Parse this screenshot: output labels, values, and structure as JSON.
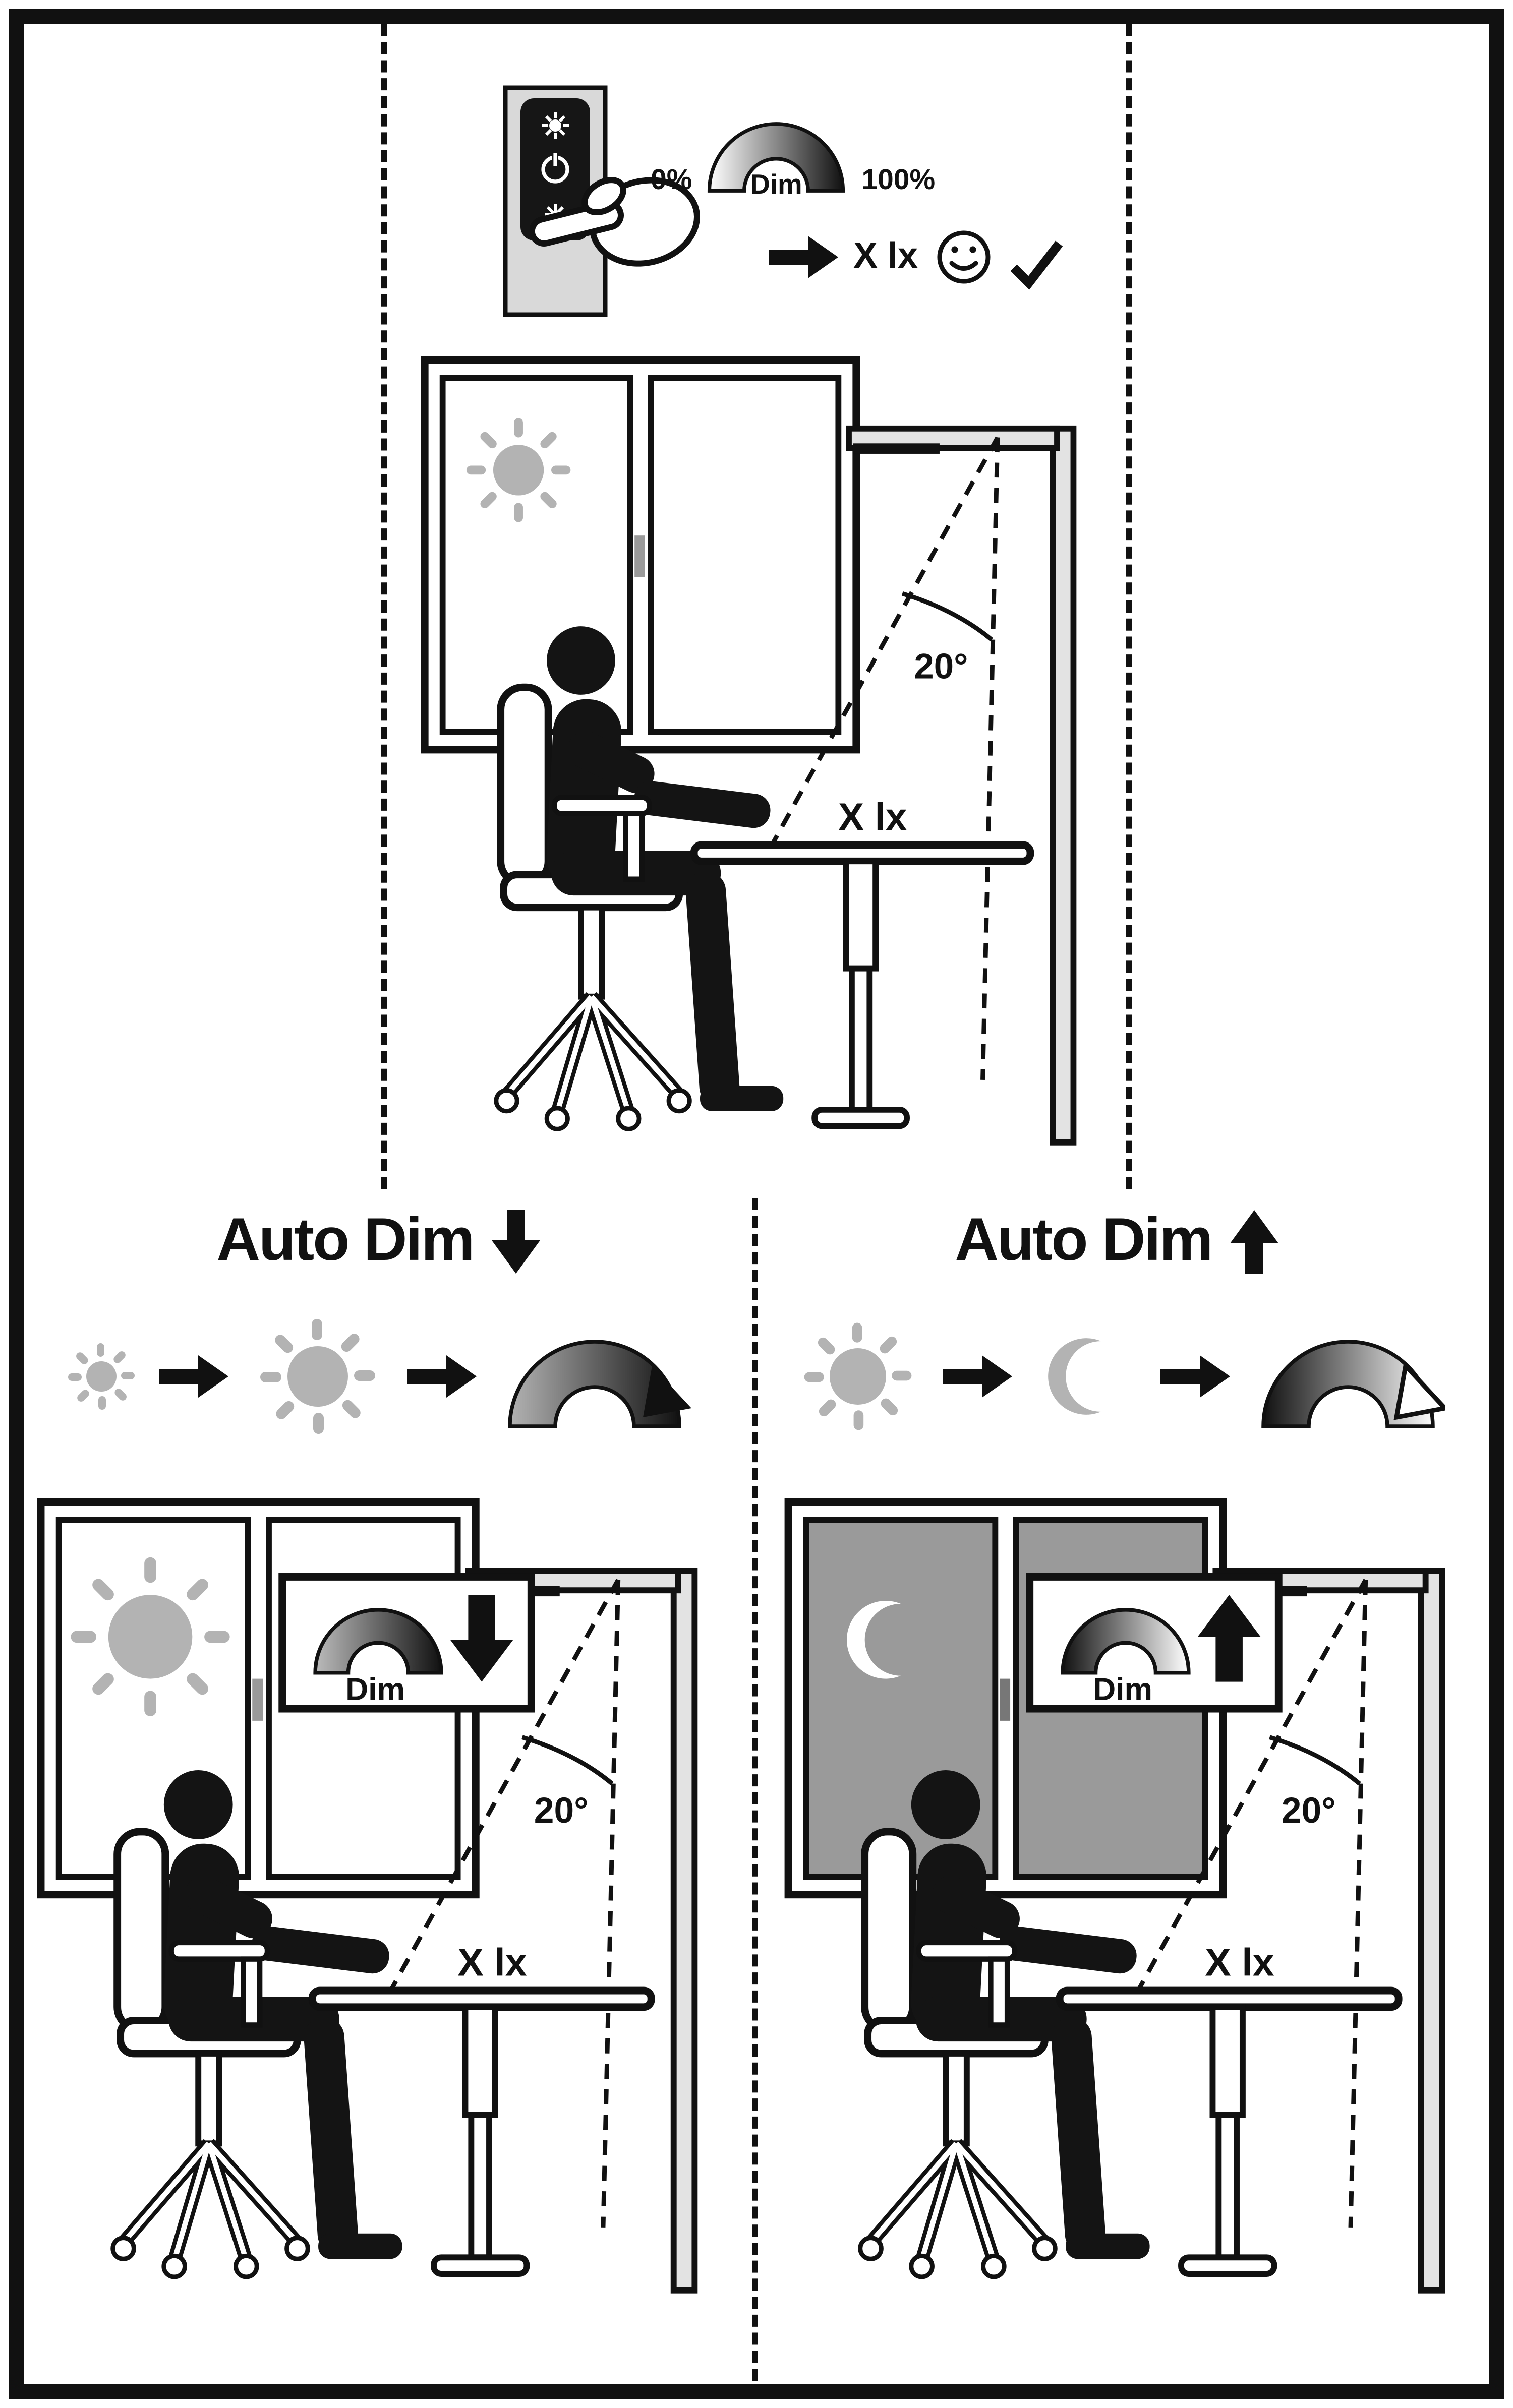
{
  "panel_top": {
    "gauge": {
      "min": "0%",
      "label": "Dim",
      "max": "100%"
    },
    "result": {
      "lux": "X lx"
    },
    "scene": {
      "angle": "20°",
      "lux": "X lx"
    }
  },
  "panel_left": {
    "title": "Auto Dim",
    "direction": "down",
    "dim_label": "Dim",
    "scene": {
      "angle": "20°",
      "lux": "X lx"
    }
  },
  "panel_right": {
    "title": "Auto Dim",
    "direction": "up",
    "dim_label": "Dim",
    "scene": {
      "angle": "20°",
      "lux": "X lx"
    }
  },
  "icons": {
    "result_arrow": "arrow-right-icon",
    "result_face": "smiley-icon",
    "result_check": "checkmark-icon",
    "title_left_arrow": "arrow-down-icon",
    "title_right_arrow": "arrow-up-icon",
    "ambient_bright": "sun-icon",
    "ambient_dark": "moon-icon",
    "dim_curve": "dim-arc-icon",
    "press": "hand-press-icon"
  },
  "colors": {
    "ink": "#111111",
    "sun_gray": "#b3b3b3",
    "night_pane": "#9a9a9a",
    "lamp_gray": "#e3e3e3"
  }
}
